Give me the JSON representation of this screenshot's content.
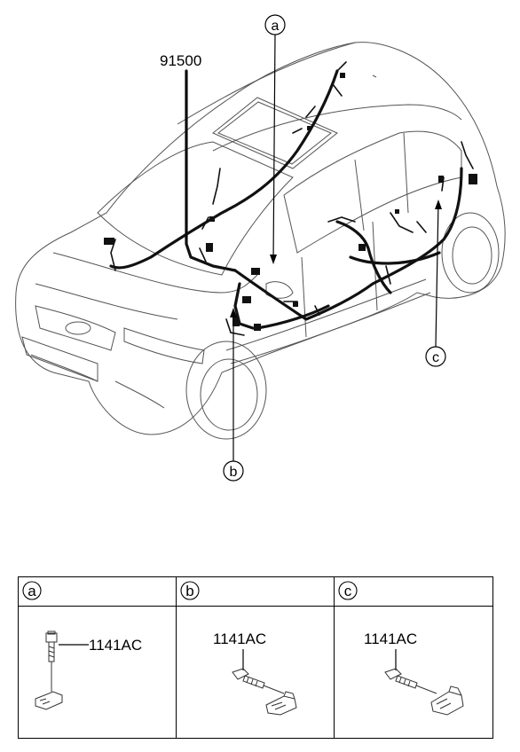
{
  "diagram": {
    "part_number": "91500",
    "callouts": {
      "a": "a",
      "b": "b",
      "c": "c"
    }
  },
  "table": {
    "columns": [
      {
        "label": "a",
        "part": "1141AC"
      },
      {
        "label": "b",
        "part": "1141AC"
      },
      {
        "label": "c",
        "part": "1141AC"
      }
    ]
  }
}
